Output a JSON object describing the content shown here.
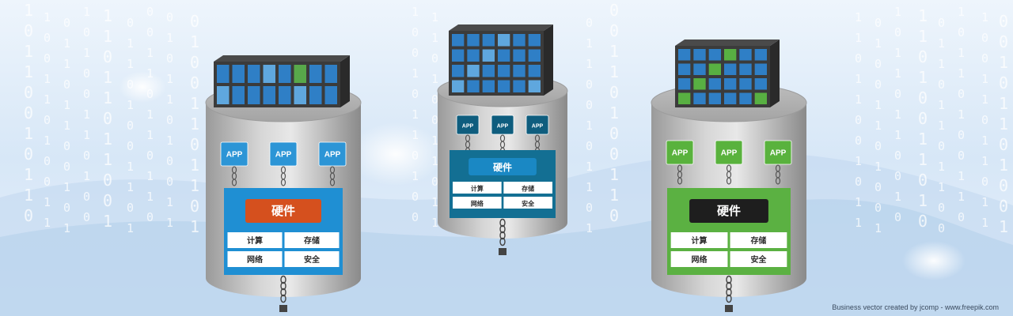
{
  "background": {
    "binary_digits": [
      "1",
      "0",
      "1",
      "1",
      "0",
      "0",
      "1",
      "0",
      "1",
      "1",
      "0",
      "1",
      "0",
      "0",
      "1",
      "1",
      "0",
      "1",
      "0",
      "0",
      "1",
      "1",
      "0",
      "1"
    ],
    "colors": {
      "sky": "#dbe9f8",
      "glow": "#ffffff",
      "wave": "#b9d3ee"
    }
  },
  "servers": [
    {
      "id": "left",
      "theme": "blue",
      "apps": [
        "APP",
        "APP",
        "APP"
      ],
      "hardware_label": "硬件",
      "cells": [
        "计算",
        "存储",
        "网络",
        "安全"
      ],
      "colors": {
        "panel": "#1f8fd3",
        "app": "#2c95d6",
        "hardware": "#d5501e",
        "hardware_text": "#ffffff"
      }
    },
    {
      "id": "middle",
      "theme": "dark-teal",
      "apps": [
        "APP",
        "APP",
        "APP"
      ],
      "hardware_label": "硬件",
      "cells": [
        "计算",
        "存储",
        "网络",
        "安全"
      ],
      "colors": {
        "panel": "#136f93",
        "app": "#0f5d7e",
        "hardware": "#1a88c4",
        "hardware_text": "#ffffff"
      }
    },
    {
      "id": "right",
      "theme": "green",
      "apps": [
        "APP",
        "APP",
        "APP"
      ],
      "hardware_label": "硬件",
      "cells": [
        "计算",
        "存储",
        "网络",
        "安全"
      ],
      "colors": {
        "panel": "#5bb142",
        "app": "#59b23d",
        "hardware": "#1e1e1e",
        "hardware_text": "#ffffff"
      }
    }
  ],
  "credit": "Business vector created by jcomp - www.freepik.com"
}
